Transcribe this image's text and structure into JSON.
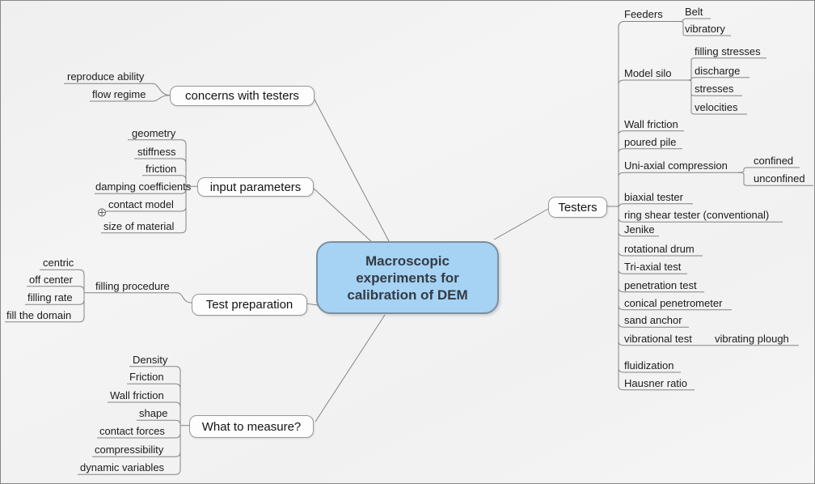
{
  "root": {
    "label": "Macroscopic\nexperiments for\ncalibration of DEM"
  },
  "colors": {
    "root_fill": "#a6d2f3",
    "root_border": "#7b8fa2",
    "edge_gray": "#848484",
    "bubble_fill": "#fdfdfd",
    "bubble_border": "#989898",
    "background": "#f2f2f2"
  },
  "branches": {
    "concerns": {
      "label": "concerns with testers",
      "children": [
        {
          "label": "reproduce ability"
        },
        {
          "label": "flow regime"
        }
      ]
    },
    "input_parameters": {
      "label": "input parameters",
      "children": [
        {
          "label": "geometry"
        },
        {
          "label": "stiffness"
        },
        {
          "label": "friction"
        },
        {
          "label": "damping coefficients"
        },
        {
          "label": "contact model",
          "folded": true,
          "fold_icon": "plus-circle"
        },
        {
          "label": "size of material"
        }
      ]
    },
    "test_preparation": {
      "label": "Test preparation",
      "children": [
        {
          "label": "filling procedure",
          "children": [
            {
              "label": "centric"
            },
            {
              "label": "off center"
            },
            {
              "label": "filling rate"
            },
            {
              "label": "fill the domain"
            }
          ]
        }
      ]
    },
    "what_to_measure": {
      "label": "What to measure?",
      "children": [
        {
          "label": "Density"
        },
        {
          "label": "Friction"
        },
        {
          "label": "Wall friction"
        },
        {
          "label": "shape"
        },
        {
          "label": "contact forces"
        },
        {
          "label": "compressibility"
        },
        {
          "label": "dynamic variables"
        }
      ]
    },
    "testers": {
      "label": "Testers",
      "children": [
        {
          "label": "Feeders",
          "children": [
            {
              "label": "Belt"
            },
            {
              "label": "vibratory"
            }
          ]
        },
        {
          "label": "Model silo",
          "children": [
            {
              "label": "filling stresses"
            },
            {
              "label": "discharge"
            },
            {
              "label": "stresses"
            },
            {
              "label": "velocities"
            }
          ]
        },
        {
          "label": "Wall friction"
        },
        {
          "label": "poured pile"
        },
        {
          "label": "Uni-axial compression",
          "children": [
            {
              "label": "confined"
            },
            {
              "label": "unconfined"
            }
          ]
        },
        {
          "label": "biaxial tester"
        },
        {
          "label": "ring shear tester (conventional)"
        },
        {
          "label": "Jenike"
        },
        {
          "label": "rotational drum"
        },
        {
          "label": "Tri-axial test"
        },
        {
          "label": "penetration test"
        },
        {
          "label": "conical penetrometer"
        },
        {
          "label": "sand anchor"
        },
        {
          "label": "vibrational test",
          "children": [
            {
              "label": "vibrating plough"
            }
          ]
        },
        {
          "label": "fluidization"
        },
        {
          "label": "Hausner ratio"
        }
      ]
    }
  }
}
